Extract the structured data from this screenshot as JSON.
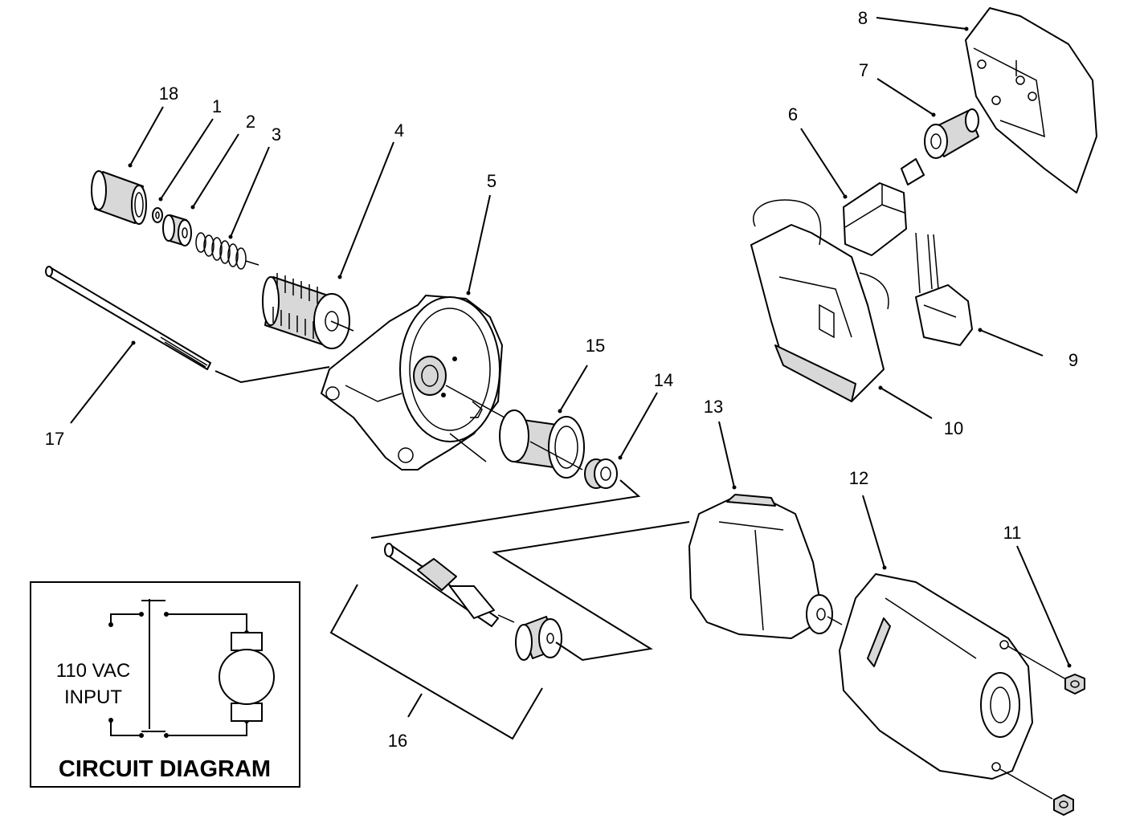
{
  "callouts": {
    "c1": "1",
    "c2": "2",
    "c3": "3",
    "c4": "4",
    "c5": "5",
    "c6": "6",
    "c7": "7",
    "c8": "8",
    "c9": "9",
    "c10": "10",
    "c11": "11",
    "c12": "12",
    "c13": "13",
    "c14": "14",
    "c15": "15",
    "c16": "16",
    "c17": "17",
    "c18": "18"
  },
  "circuit": {
    "title": "CIRCUIT DIAGRAM",
    "input_line1": "110 VAC",
    "input_line2": "INPUT"
  }
}
